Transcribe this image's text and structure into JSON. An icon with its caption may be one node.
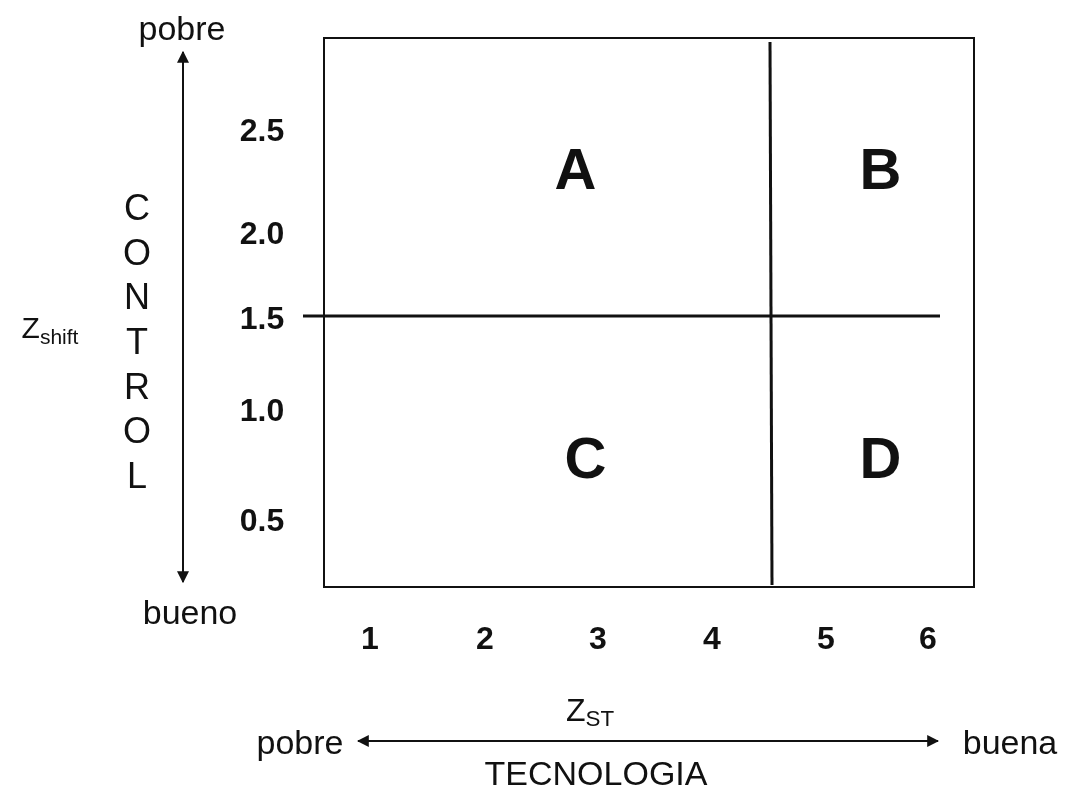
{
  "diagram": {
    "nodes": [
      {
        "text": [
          "A"
        ]
      },
      {
        "text": [
          "B"
        ]
      },
      {
        "text": [
          "C"
        ]
      },
      {
        "text": [
          "D"
        ]
      }
    ],
    "labels": [
      "pobre",
      "2.5",
      "CONTROL",
      "2.0",
      "Z$_{shift}$",
      "1.5",
      "1.0",
      "0.5",
      "bueno",
      "1",
      "2",
      "3",
      "4",
      "5",
      "6",
      "Z$_{ST}$",
      "pobre",
      "buena",
      "TECNOLOGIA"
    ]
  }
}
